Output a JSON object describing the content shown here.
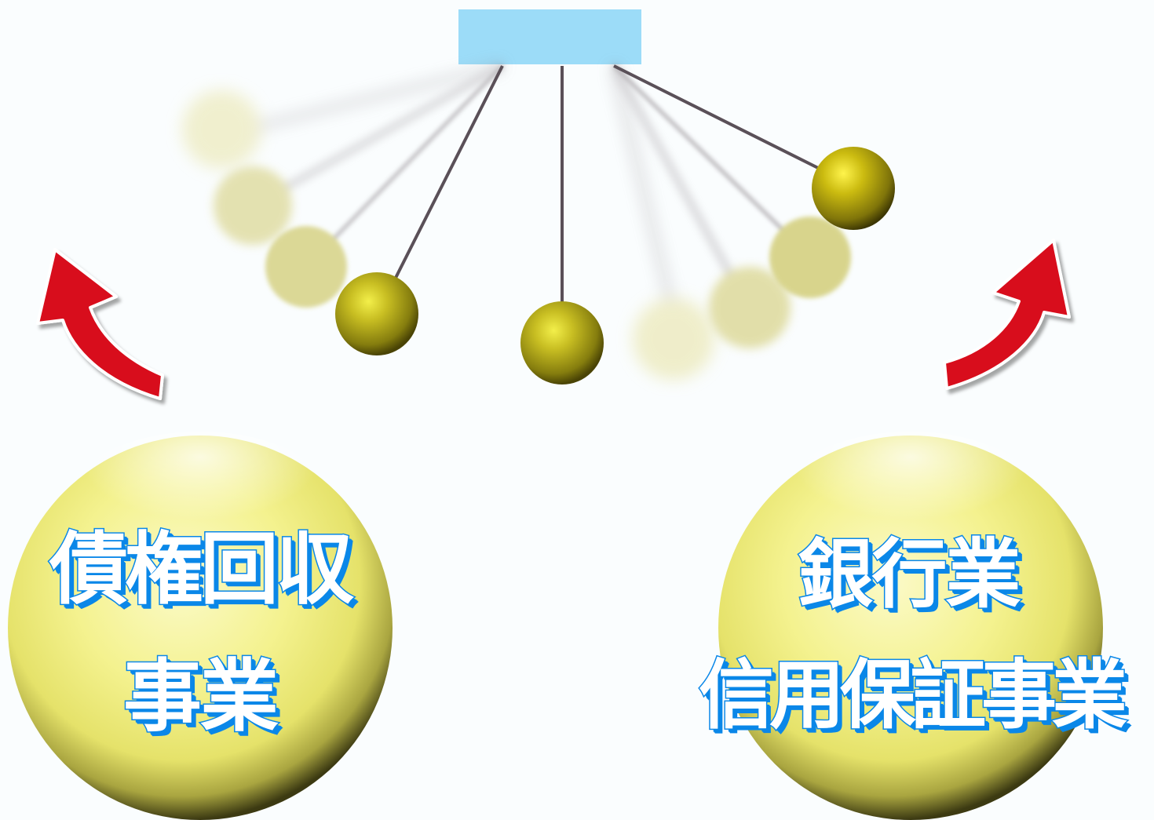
{
  "left_sphere": {
    "line1": "債権回収",
    "line2": "事業"
  },
  "right_sphere": {
    "line1": "銀行業",
    "line2": "信用保証事業"
  },
  "colors": {
    "background": "#fafdfe",
    "mount": "#9cdcf8",
    "string": "#5a5058",
    "bob": "#b9b21a",
    "sphere": "#f0ee8a",
    "arrow": "#d8101a",
    "label_outline": "#0a87e8"
  }
}
